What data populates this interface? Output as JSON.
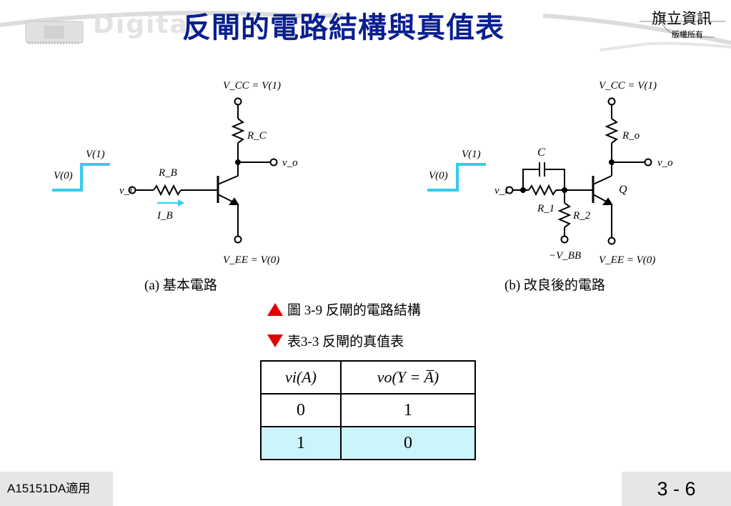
{
  "header": {
    "title": "反閘的電路結構與真值表",
    "watermark": "Digital",
    "publisher": "旗立資訊",
    "copyright": "版權所有"
  },
  "circuit_a": {
    "vcc": "V_CC = V(1)",
    "rc": "R_C",
    "vo": "v_o",
    "rb": "R_B",
    "vi": "v_i",
    "ib": "I_B",
    "vee": "V_EE = V(0)",
    "input_high": "V(1)",
    "input_low": "V(0)",
    "caption": "(a)  基本電路"
  },
  "circuit_b": {
    "vcc": "V_CC = V(1)",
    "ro": "R_o",
    "vo": "v_o",
    "c": "C",
    "vi": "v_i",
    "q": "Q",
    "r1": "R_1",
    "r2": "R_2",
    "vbb": "−V_BB",
    "vee": "V_EE = V(0)",
    "input_high": "V(1)",
    "input_low": "V(0)",
    "caption": "(b)  改良後的電路"
  },
  "figure_caption": "圖 3-9  反閘的電路結構",
  "table_caption": "表3-3 反閘的真值表",
  "truth_table": {
    "headers": [
      "vi(A)",
      "vo(Y = A̅)"
    ],
    "rows": [
      [
        "0",
        "1"
      ],
      [
        "1",
        "0"
      ]
    ]
  },
  "colors": {
    "title": "#0a1f8f",
    "waveform": "#33ccee",
    "marker": "#e00000",
    "table_highlight": "#ccf5fb"
  },
  "footer": {
    "course": "A15151DA適用",
    "page": "3 - 6"
  }
}
